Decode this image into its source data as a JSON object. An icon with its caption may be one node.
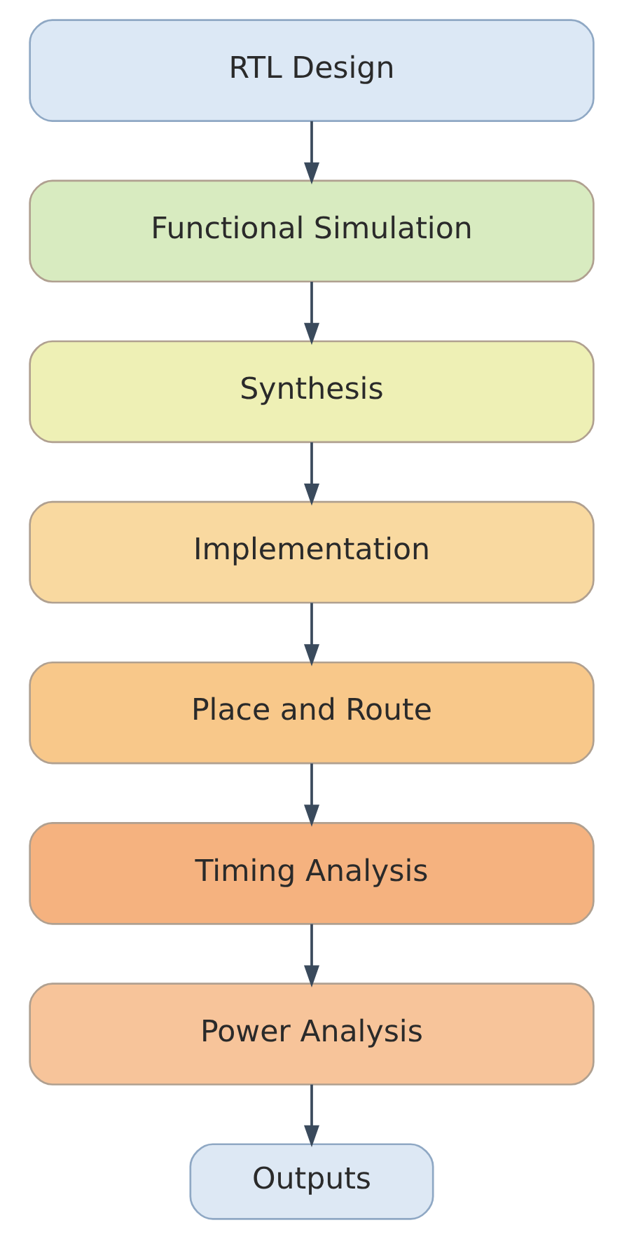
{
  "diagram": {
    "nodes": [
      {
        "text": [
          "RTL Design"
        ]
      },
      {
        "text": [
          "Functional Simulation"
        ]
      },
      {
        "text": [
          "Synthesis"
        ]
      },
      {
        "text": [
          "Implementation"
        ]
      },
      {
        "text": [
          "Place and Route"
        ]
      },
      {
        "text": [
          "Timing Analysis"
        ]
      },
      {
        "text": [
          "Power Analysis"
        ]
      },
      {
        "text": [
          "Outputs"
        ]
      }
    ],
    "edges": [
      {
        "from": 0,
        "to": 1,
        "arrow": "to"
      },
      {
        "from": 1,
        "to": 2,
        "arrow": "to"
      },
      {
        "from": 2,
        "to": 3,
        "arrow": "to"
      },
      {
        "from": 3,
        "to": 4,
        "arrow": "to"
      },
      {
        "from": 4,
        "to": 5,
        "arrow": "to"
      },
      {
        "from": 5,
        "to": 6,
        "arrow": "to"
      },
      {
        "from": 6,
        "to": 7,
        "arrow": "to"
      }
    ]
  }
}
